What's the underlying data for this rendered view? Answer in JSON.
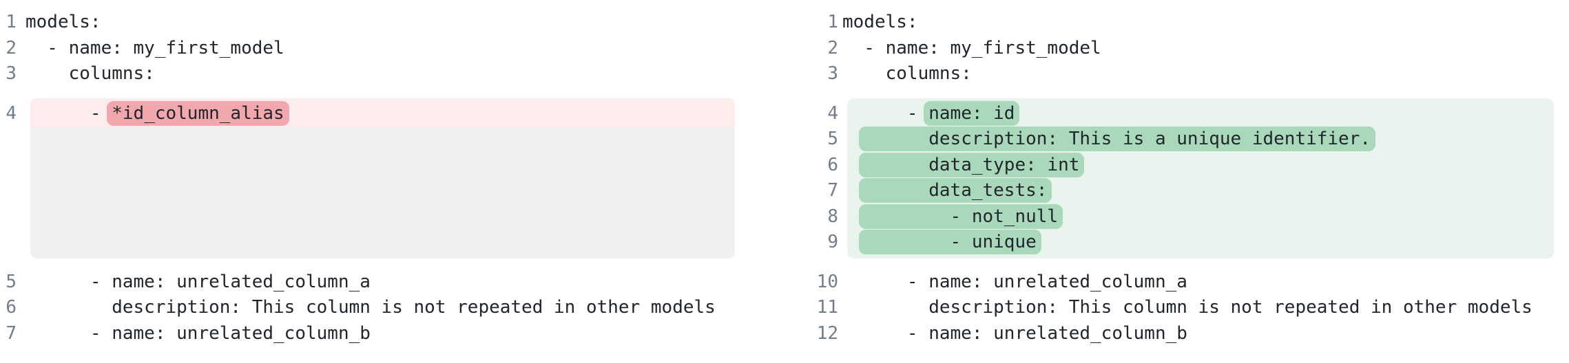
{
  "view": "yaml-side-by-side-diff",
  "colors": {
    "code_text": "#21262c",
    "line_number": "#727c8c",
    "removed_row_bg": "#fcecec",
    "removed_token_bg": "#f1a7ab",
    "added_row_bg": "#e9f4ee",
    "added_token_bg": "#a9d8bb",
    "filler_bg": "#eef0f2",
    "page_bg": "#ffffff"
  },
  "left_panel": {
    "name": "old-version",
    "lines": [
      {
        "n": "1",
        "kind": "plain",
        "text": "models:"
      },
      {
        "n": "2",
        "kind": "plain",
        "text": "  - name: my_first_model"
      },
      {
        "n": "3",
        "kind": "plain",
        "text": "    columns:"
      },
      {
        "n": "4",
        "kind": "removed",
        "prefix": "      - ",
        "pill": "*id_column_alias"
      },
      {
        "kind": "filler",
        "rows": 5
      },
      {
        "n": "5",
        "kind": "plain",
        "text": "      - name: unrelated_column_a"
      },
      {
        "n": "6",
        "kind": "plain",
        "text": "        description: This column is not repeated in other models"
      },
      {
        "n": "7",
        "kind": "plain",
        "text": "      - name: unrelated_column_b"
      }
    ]
  },
  "right_panel": {
    "name": "new-version",
    "lines": [
      {
        "n": "1",
        "kind": "plain",
        "text": "models:"
      },
      {
        "n": "2",
        "kind": "plain",
        "text": "  - name: my_first_model"
      },
      {
        "n": "3",
        "kind": "plain",
        "text": "    columns:"
      },
      {
        "n": "4",
        "kind": "added",
        "prefix": "      - ",
        "pill": "name: id"
      },
      {
        "n": "5",
        "kind": "added",
        "prefix": "  ",
        "pill": "      description: This is a unique identifier."
      },
      {
        "n": "6",
        "kind": "added",
        "prefix": "  ",
        "pill": "      data_type: int"
      },
      {
        "n": "7",
        "kind": "added",
        "prefix": "  ",
        "pill": "      data_tests:"
      },
      {
        "n": "8",
        "kind": "added",
        "prefix": "  ",
        "pill": "        - not_null"
      },
      {
        "n": "9",
        "kind": "added",
        "prefix": "  ",
        "pill": "        - unique"
      },
      {
        "n": "10",
        "kind": "plain",
        "text": "      - name: unrelated_column_a"
      },
      {
        "n": "11",
        "kind": "plain",
        "text": "        description: This column is not repeated in other models"
      },
      {
        "n": "12",
        "kind": "plain",
        "text": "      - name: unrelated_column_b"
      }
    ]
  }
}
